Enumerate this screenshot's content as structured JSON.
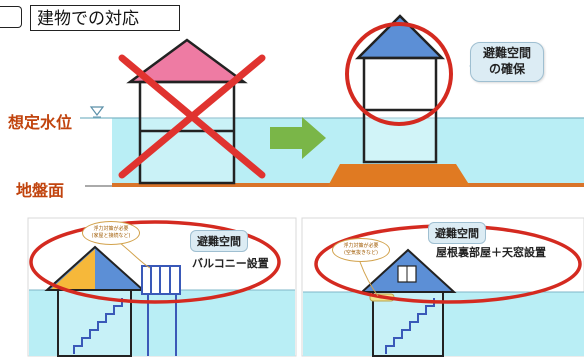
{
  "title": "建物での対応",
  "labels": {
    "water_level": "想定水位",
    "ground": "地盤面",
    "water_mark": "▽"
  },
  "callouts": {
    "top_right": "避難空間\nの確保",
    "bottom_left_tag": "避難空間",
    "bottom_left_text": "バルコニー設置",
    "bottom_left_note": "浮力対策が必要\n(家屋と接続など)",
    "bottom_right_tag": "避難空間",
    "bottom_right_text": "屋根裏部屋＋天窓設置",
    "bottom_right_note": "浮力対策が必要\n(空気抜きなど)"
  },
  "colors": {
    "water": "#b9eef5",
    "water_line": "#7fb7c8",
    "ground": "#d9742a",
    "mound": "#e07a22",
    "roof_pink": "#ee7ba3",
    "roof_blue": "#5c8fd6",
    "roof_yellow": "#f6b83a",
    "cross": "#e0332f",
    "circle": "#d42a20",
    "arrow": "#7ab648",
    "label_orange": "#c1440e"
  },
  "icons": [
    "cross-mark-icon",
    "arrow-right-icon",
    "water-level-icon"
  ]
}
